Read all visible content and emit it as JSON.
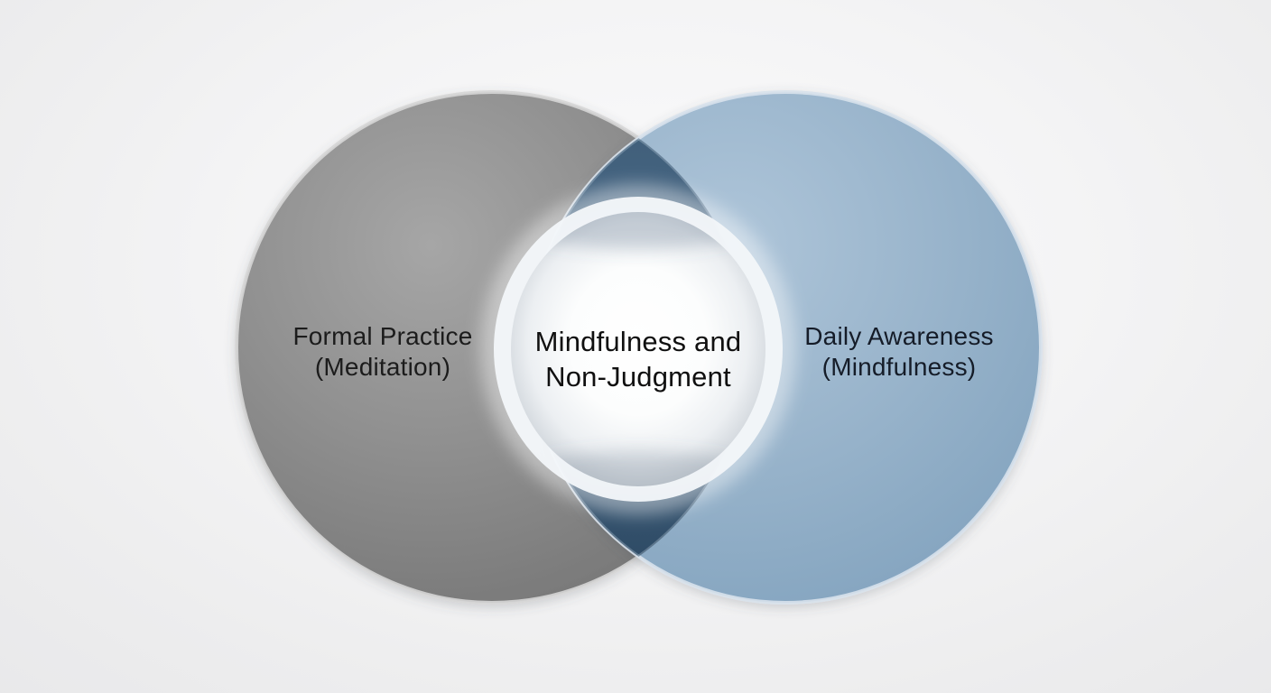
{
  "venn": {
    "description": "Venn diagram of two overlapping circles with a highlighted central overlap circle",
    "left_set": {
      "line1": "Formal Practice",
      "line2": "(Meditation)"
    },
    "overlap": {
      "line1": "Mindfulness and",
      "line2": "Non-Judgment"
    },
    "right_set": {
      "line1": "Daily Awareness",
      "line2": "(Mindfulness)"
    },
    "colors": {
      "background": "#efeff1",
      "left_circle_fill": "#8c8c8c",
      "left_circle_rim": "#d6d6d6",
      "right_circle_fill": "#95b1c9",
      "right_circle_rim": "#d8e2ec",
      "overlap_dark": "#3a586f",
      "center_circle_fill": "#ffffff",
      "center_circle_edge": "#c2c9d0",
      "center_ring": "#f2f6f9",
      "left_label_text": "#1c1c1c",
      "center_label_text": "#101010",
      "right_label_text": "#151c28"
    }
  }
}
